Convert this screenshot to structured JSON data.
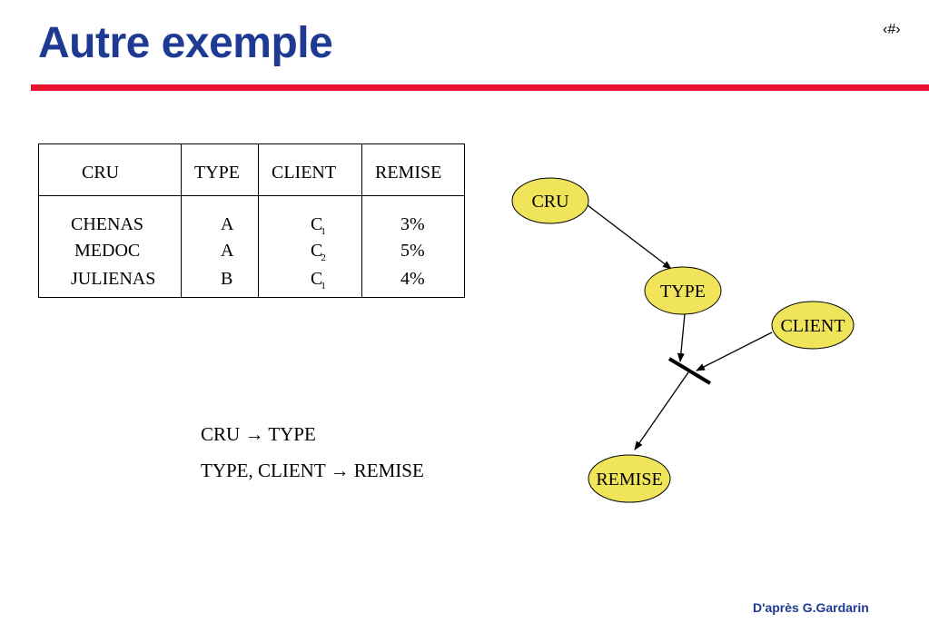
{
  "title": "Autre exemple",
  "slide_number": "‹#›",
  "table": {
    "headers": [
      "CRU",
      "TYPE",
      "CLIENT",
      "REMISE"
    ],
    "rows": [
      {
        "cru": "CHENAS",
        "type": "A",
        "client": "C",
        "client_sub": "1",
        "remise": "3%"
      },
      {
        "cru": "MEDOC",
        "type": "A",
        "client": "C",
        "client_sub": "2",
        "remise": "5%"
      },
      {
        "cru": "JULIENAS",
        "type": "B",
        "client": "C",
        "client_sub": "1",
        "remise": "4%"
      }
    ]
  },
  "dependencies": [
    {
      "lhs": "CRU",
      "arrow": "→",
      "rhs": "TYPE"
    },
    {
      "lhs": "TYPE, CLIENT",
      "arrow": "→",
      "rhs": "REMISE"
    }
  ],
  "graph": {
    "node_fill": "#f0e55a",
    "nodes": {
      "cru": "CRU",
      "type": "TYPE",
      "client": "CLIENT",
      "remise": "REMISE"
    }
  },
  "footer": "D'après G.Gardarin",
  "colors": {
    "title": "#1f3a93",
    "rule": "#e8112d"
  }
}
